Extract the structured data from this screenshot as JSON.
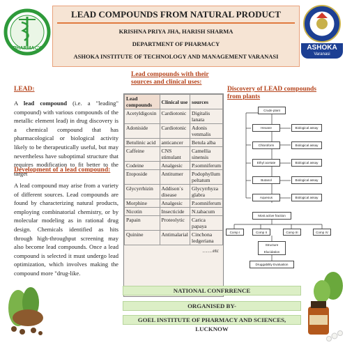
{
  "header": {
    "title": "LEAD COMPOUNDS FROM NATURAL PRODUCT",
    "authors": "KRISHNA PRIYA JHA, HARISH SHARMA",
    "department": "DEPARTMENT OF PHARMACY",
    "institute": "ASHOKA INSTITUTE OF TECHNOLOGY AND MANAGEMENT VARANASI"
  },
  "logos": {
    "left_text": "PHARMACY",
    "right_text": "ASHOKA",
    "right_sub": "Varanasi"
  },
  "lead": {
    "heading": "LEAD:",
    "para_a": "A ",
    "para_bold": "lead compound",
    "para_b": " (i.e. a \"leading\" compound) with various compounds of the metallic element lead) in drug discovery is a chemical compound that has pharmacological or biological activity likely to be therapeutically useful, but may nevertheless have suboptimal structure that requires modification to fit better to the target"
  },
  "development": {
    "heading": "Development of a lead compound:",
    "para": "A lead compound may arise from a variety of different sources. Lead compounds are found by characterizing natural products, employing combinatorial chemistry, or by molecular modeling as in rational drug design. Chemicals identified as hits through high-throughput screening may also become lead compounds. Once a lead compound is selected it must undergo lead optimization, which involves making the compound more \"drug-like."
  },
  "table": {
    "heading": "Lead compounds with their sources and clinical uses:",
    "columns": [
      "Lead compounds",
      "Clinical use",
      "sources"
    ],
    "rows": [
      [
        "Acetyldigoxin",
        "Cardiotonic",
        "Digitalis lanata"
      ],
      [
        "Adoniside",
        "Cardiotonic",
        "Adonis venmalis"
      ],
      [
        "Betulinic acid",
        "anticancer",
        "Betula alba"
      ],
      [
        "Caffeine",
        "CNS stimulant",
        "Camellia sinensis"
      ],
      [
        "Codeine",
        "Analgesic",
        "P.somniferum"
      ],
      [
        "Etoposide",
        "Antitumer",
        "Podophyllum peltatum"
      ],
      [
        "Glycyrrhizin",
        "Addison`s disease",
        "Glycyrrhyza glabra"
      ],
      [
        "Morphine",
        "Analgesic",
        "P.somniferum"
      ],
      [
        "Nicotin",
        "Insecticide",
        "N.tabacum"
      ],
      [
        "Papain",
        "Proteolytic",
        "Carica papaya"
      ],
      [
        "Quinine",
        "Antimalarial",
        "Cinchona ledgeriana"
      ]
    ],
    "footer": "……etc"
  },
  "discovery": {
    "heading": "Discovery of LEAD compounds from plants",
    "crude": "Crude plant",
    "solvents": [
      "Hexane",
      "Chloroform",
      "Ethyl acetate",
      "Butanol",
      "Aqueous"
    ],
    "assays": [
      "Biological assay",
      "Biological assay",
      "Biological assay",
      "Biological assay",
      "Biological assay"
    ],
    "fraction": "Most active fraction",
    "comps": [
      "Comp I",
      "Comp II",
      "Comp III",
      "Comp IV"
    ],
    "structure": "Structure Elucidation",
    "drug": "Druggability Evaluation"
  },
  "footer": {
    "line1": "NATIONAL CONFRRENCE",
    "line2": "ORGANISED BY-",
    "line3": "GOEL INSTITUTE OF PHARMACY AND SCIENCES, LUCKNOW"
  }
}
